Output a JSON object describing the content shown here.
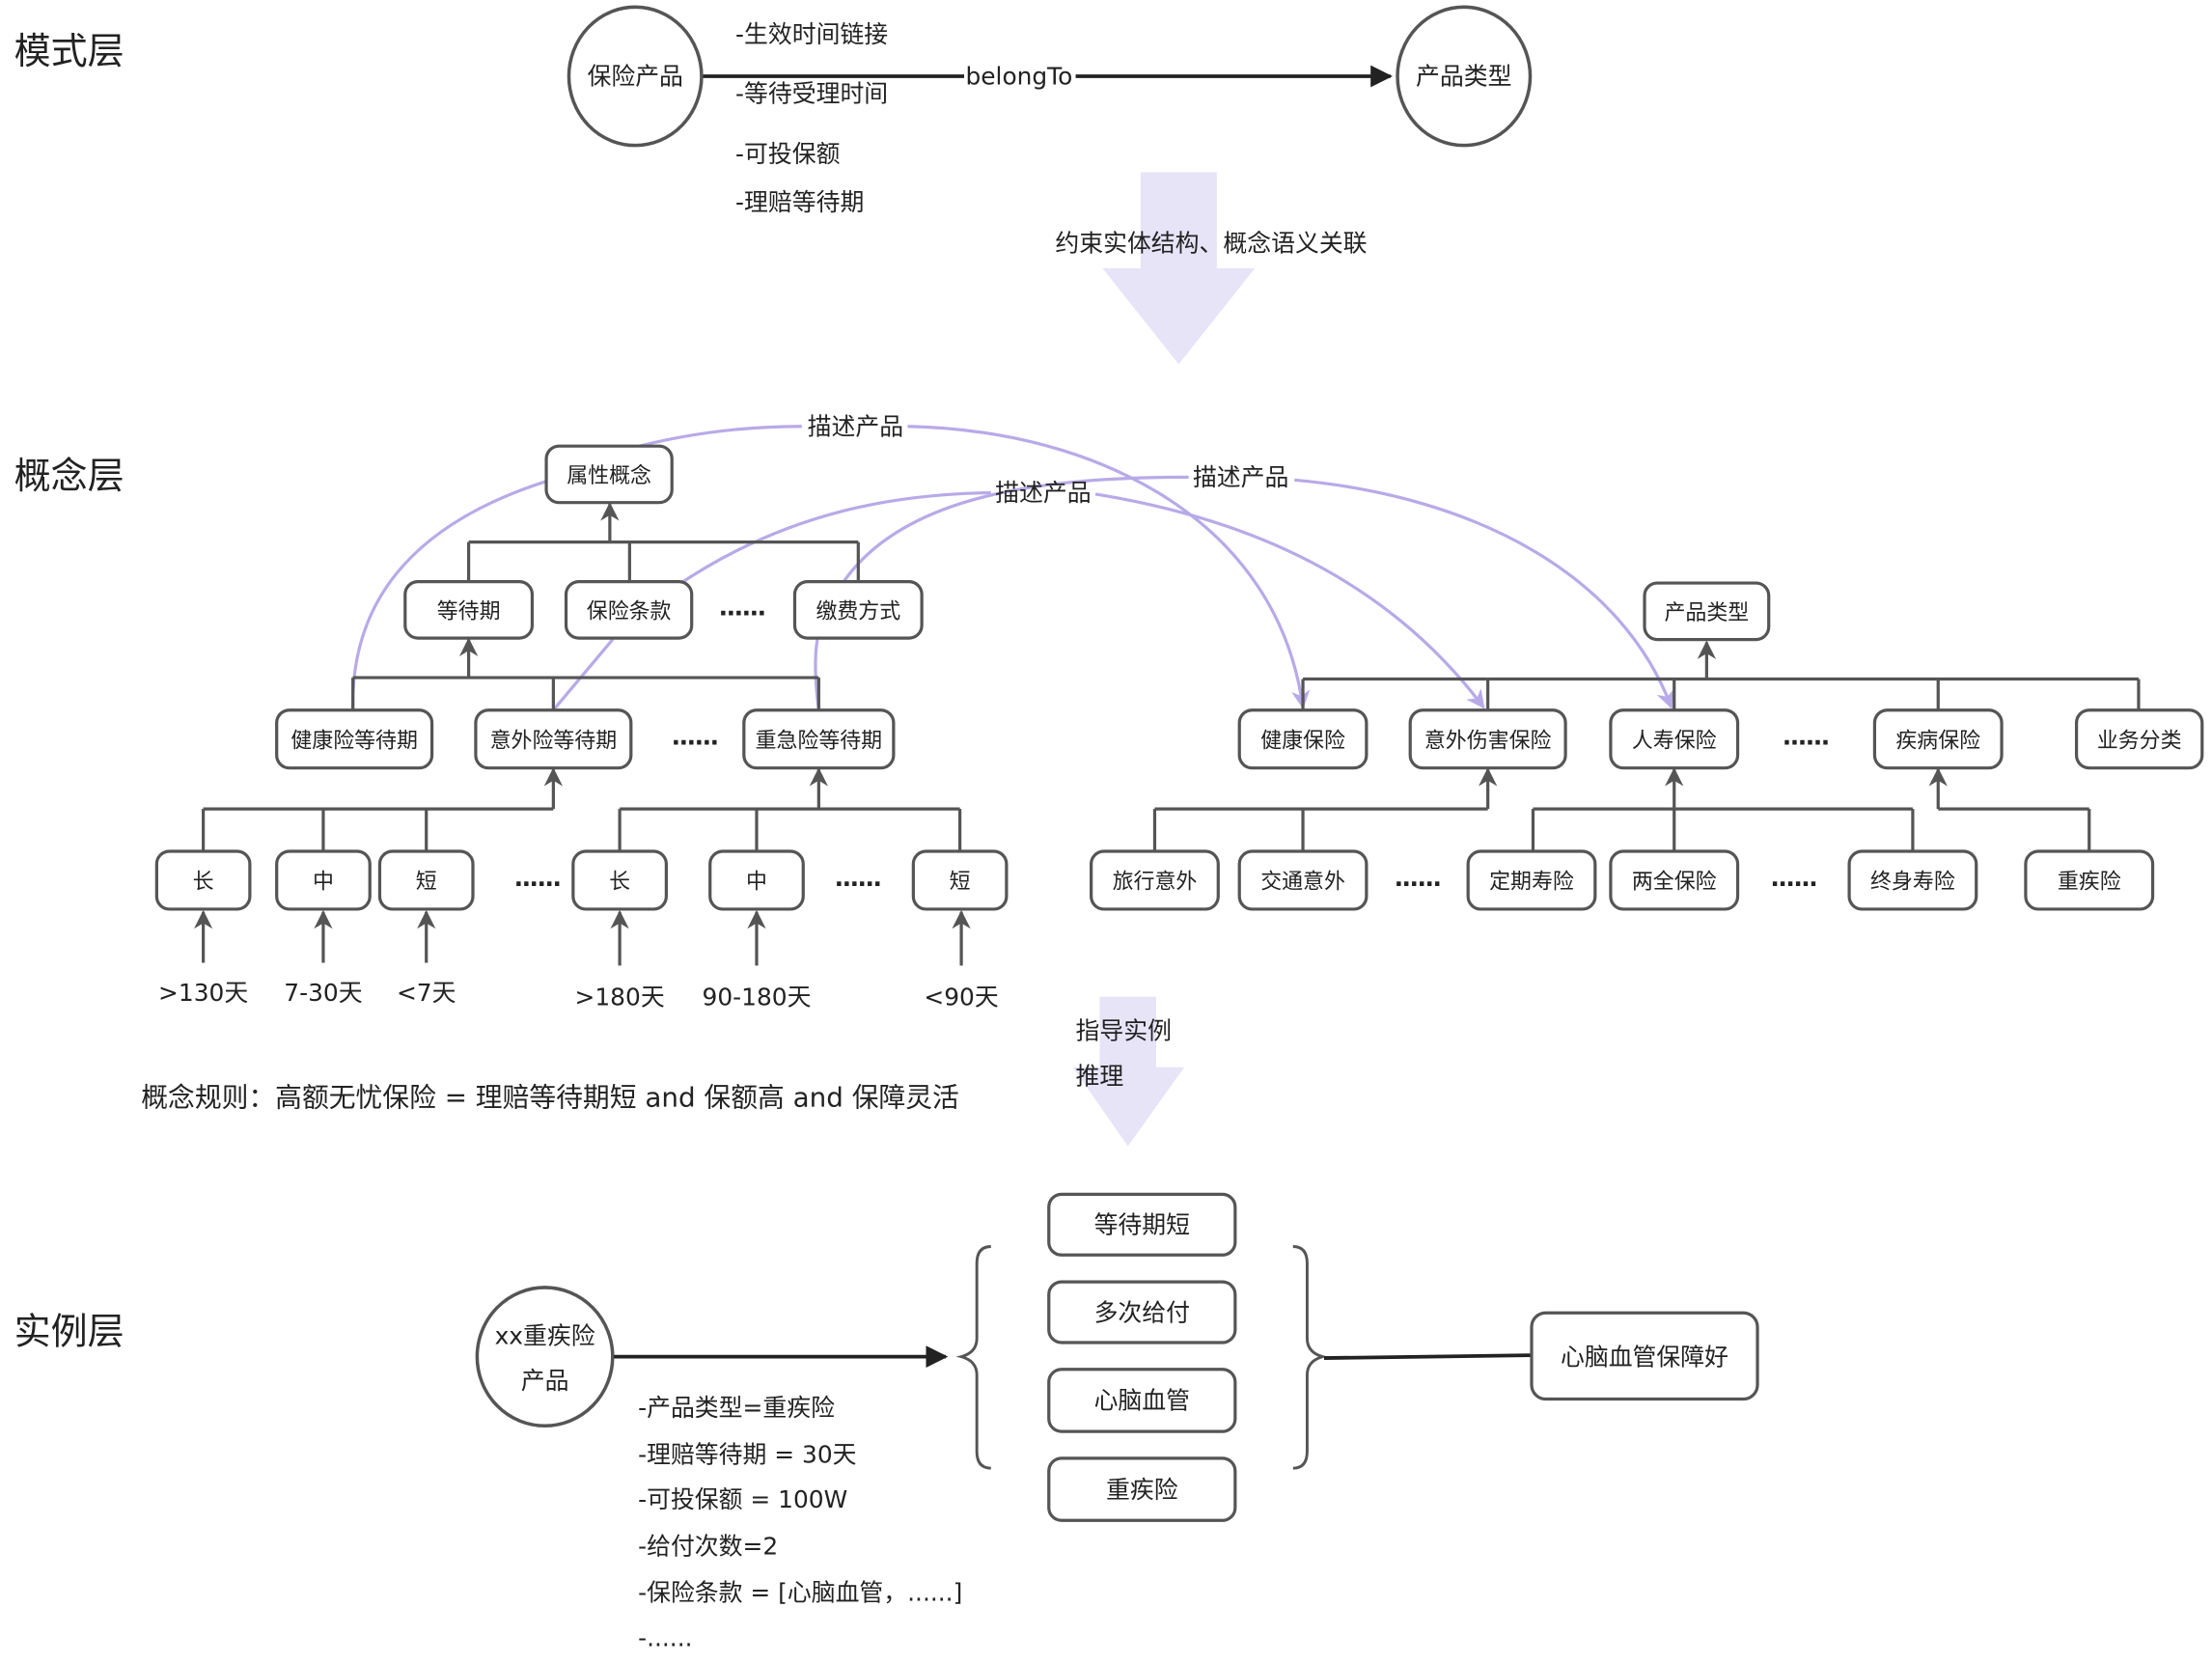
{
  "colors": {
    "stroke": "#555555",
    "relation_purple": "#b8aae8",
    "flow_arrow": "#e7e4f8",
    "text": "#222222"
  },
  "layers": {
    "schema": "模式层",
    "concept": "概念层",
    "instance": "实例层"
  },
  "schema": {
    "source_entity": "保险产品",
    "target_entity": "产品类型",
    "relation": "belongTo",
    "attributes": [
      "-生效时间链接",
      "-等待受理时间",
      "-可投保额",
      "-理赔等待期"
    ],
    "flow_label": "约束实体结构、概念语义关联"
  },
  "concept": {
    "attribute_root": "属性概念",
    "attribute_children": [
      "等待期",
      "保险条款",
      "......",
      "缴费方式"
    ],
    "waiting_children": [
      "健康险等待期",
      "意外险等待期",
      "......",
      "重急险等待期"
    ],
    "health_waiting_levels": [
      "长",
      "中",
      "短"
    ],
    "health_waiting_values": [
      ">130天",
      "7-30天",
      "<7天"
    ],
    "critical_waiting_levels": [
      "长",
      "中",
      "短"
    ],
    "critical_waiting_values": [
      ">180天",
      "90-180天",
      "<90天"
    ],
    "ellipsis": "......",
    "product_root": "产品类型",
    "product_children": [
      "健康保险",
      "意外伤害保险",
      "人寿保险",
      "......",
      "疾病保险",
      "业务分类"
    ],
    "accident_children": [
      "旅行意外",
      "交通意外"
    ],
    "life_children": [
      "定期寿险",
      "两全保险"
    ],
    "disease_children": [
      "终身寿险",
      "重疾险"
    ],
    "relations": [
      "描述产品",
      "描述产品",
      "描述产品"
    ],
    "rule": "概念规则：高额无忧保险 = 理赔等待期短 and 保额高 and 保障灵活",
    "flow_label_lines": [
      "指导实例",
      "推理"
    ]
  },
  "instance": {
    "entity_lines": [
      "xx重疾险",
      "产品"
    ],
    "attributes": [
      "-产品类型=重疾险",
      "-理赔等待期 = 30天",
      "-可投保额 = 100W",
      "-给付次数=2",
      "-保险条款 = [心脑血管，......]",
      "-......"
    ],
    "tags": [
      "等待期短",
      "多次给付",
      "心脑血管",
      "重疾险"
    ],
    "conclusion": "心脑血管保障好"
  }
}
